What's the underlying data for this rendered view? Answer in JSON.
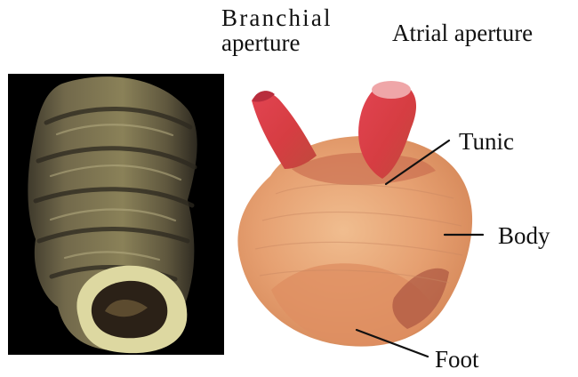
{
  "labels": {
    "branchial_line1": "Branchial",
    "branchial_line2": "aperture",
    "atrial": "Atrial aperture",
    "tunic": "Tunic",
    "body": "Body",
    "foot": "Foot"
  },
  "colors": {
    "background": "#ffffff",
    "text": "#111111",
    "leader_line": "#111111",
    "shell_photo_background": "#000000",
    "shell_base": "#6f6547",
    "shell_aperture_lip": "#ddd8a1",
    "ascidian_body": "#e9a676",
    "ascidian_siphons": "#d63d42"
  }
}
